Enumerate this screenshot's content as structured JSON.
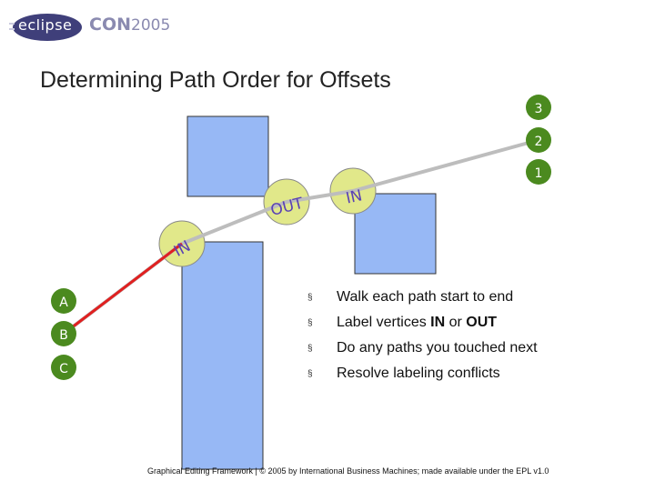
{
  "header": {
    "logo_eclipse": "eclipse",
    "logo_con": "CON",
    "logo_year": "2005"
  },
  "title": "Determining Path Order for Offsets",
  "diagram": {
    "end_markers": [
      "3",
      "2",
      "1"
    ],
    "start_markers": [
      "A",
      "B",
      "C"
    ],
    "vertex_labels": {
      "out": "OUT",
      "in_top": "IN",
      "in_bottom": "IN"
    },
    "colors": {
      "node_fill": "#97b8f5",
      "marker_fill": "#4b8a1f",
      "vertex_fill": "#e1e88a",
      "path_gray": "#bdbdbd",
      "path_red": "#e02020",
      "label_color": "#5a42b4"
    }
  },
  "bullets": [
    {
      "mark": "§",
      "parts": [
        {
          "text": "Walk each path start to end",
          "bold": false
        }
      ]
    },
    {
      "mark": "§",
      "parts": [
        {
          "text": "Label vertices ",
          "bold": false
        },
        {
          "text": "IN",
          "bold": true
        },
        {
          "text": " or ",
          "bold": false
        },
        {
          "text": "OUT",
          "bold": true
        }
      ]
    },
    {
      "mark": "§",
      "parts": [
        {
          "text": "Do any paths you touched next",
          "bold": false
        }
      ]
    },
    {
      "mark": "§",
      "parts": [
        {
          "text": "Resolve labeling conflicts",
          "bold": false
        }
      ]
    }
  ],
  "footer": "Graphical Editing Framework | © 2005 by International Business Machines; made available under the EPL v1.0"
}
